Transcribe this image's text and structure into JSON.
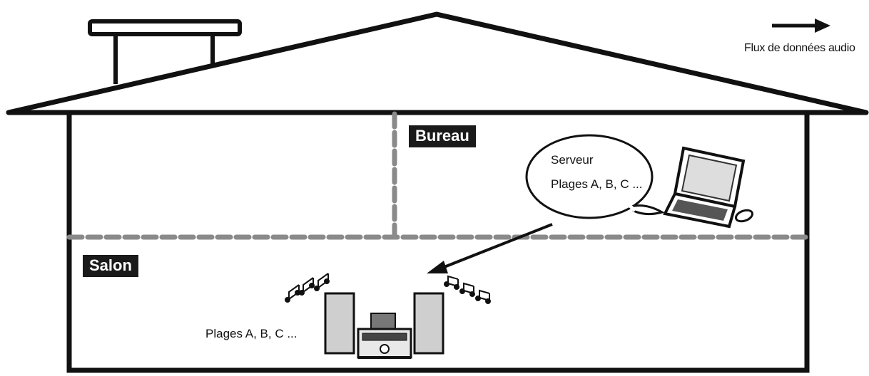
{
  "legend": {
    "label": "Flux de données audio"
  },
  "rooms": {
    "bureau": "Bureau",
    "salon": "Salon"
  },
  "server_bubble": {
    "title": "Serveur",
    "tracks": "Plages A, B, C ..."
  },
  "salon_tracks": "Plages A, B, C ...",
  "colors": {
    "line": "#111111",
    "dash": "#8a8a8a",
    "tag_bg": "#1a1a1a",
    "tag_text": "#ffffff"
  },
  "icons": [
    "arrow-right-icon",
    "laptop-icon",
    "mouse-icon",
    "stereo-system-icon",
    "music-notes-icon",
    "chimney-icon"
  ]
}
